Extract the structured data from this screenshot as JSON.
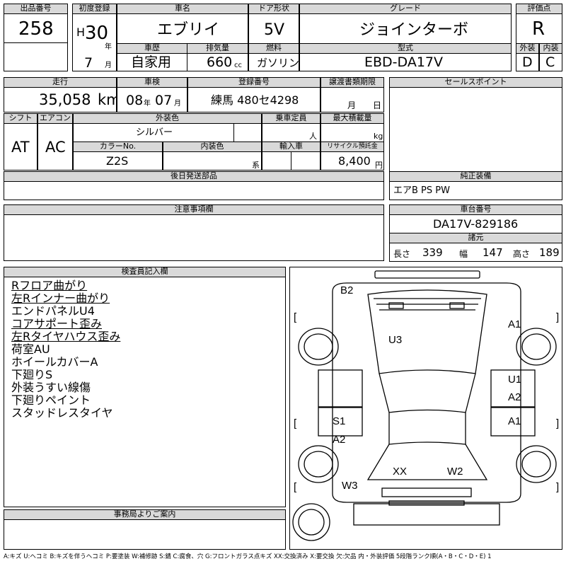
{
  "header": {
    "lot_label": "出品番号",
    "lot": "258",
    "first_reg_label": "初度登録",
    "era": "H",
    "year": "30",
    "year_unit": "年",
    "month": "7",
    "month_unit": "月",
    "car_name_label": "車名",
    "car_name": "エブリイ",
    "doors_label": "ドア形状",
    "doors": "5V",
    "grade_label": "グレード",
    "grade": "ジョインターボ",
    "score_label": "評価点",
    "score": "R",
    "history_label": "車歴",
    "history": "自家用",
    "displacement_label": "排気量",
    "displacement": "660",
    "displacement_unit": "cc",
    "fuel_label": "燃料",
    "fuel": "ガソリン",
    "model_label": "型式",
    "model": "EBD-DA17V",
    "exterior_label": "外装",
    "exterior": "D",
    "interior_label": "内装",
    "interior": "C"
  },
  "row2": {
    "mileage_label": "走行",
    "mileage": "35,058",
    "mileage_unit": "km",
    "inspection_label": "車検",
    "insp_year": "08",
    "insp_year_unit": "年",
    "insp_month": "07",
    "insp_month_unit": "月",
    "plate_label": "登録番号",
    "plate": "練馬 480セ4298",
    "transfer_label": "譲渡書類期限",
    "transfer_month": "月",
    "transfer_day": "日",
    "sales_label": "セールスポイント"
  },
  "row3": {
    "shift_label": "シフト",
    "shift": "AT",
    "ac_label": "エアコン",
    "ac": "AC",
    "color_label": "外装色",
    "color": "シルバー",
    "capacity_label": "乗車定員",
    "capacity_unit": "人",
    "load_label": "最大積載量",
    "load_unit": "kg",
    "color_no_label": "カラーNo.",
    "color_no": "Z2S",
    "interior_color_label": "内装色",
    "interior_color_unit": "系",
    "import_label": "輸入車",
    "recycle_label": "リサイクル預託金",
    "recycle": "8,400",
    "recycle_unit": "円"
  },
  "parts_label": "後日発送部品",
  "equipment_label": "純正装備",
  "equipment": "エアB PS PW",
  "caution_label": "注意事項欄",
  "chassis_label": "車台番号",
  "chassis": "DA17V-829186",
  "dims_label": "諸元",
  "dims": {
    "length_label": "長さ",
    "length": "339",
    "width_label": "幅",
    "width": "147",
    "height_label": "高さ",
    "height": "189"
  },
  "inspector_label": "検査員記入欄",
  "notes": [
    "Rフロア曲がり",
    "左Rインナー曲がり",
    "エンドパネルU4",
    "コアサポート歪み",
    "左Rタイヤハウス歪み",
    "荷室AU",
    "ホイールカバーA",
    "下廻りS",
    "外装うすい線傷",
    "下廻りペイント",
    "スタッドレスタイヤ"
  ],
  "office_label": "事務局よりご案内",
  "legend": "A:キズ U:ヘコミ B:キズを伴うヘコミ P:要塗装 W:補修跡 S:錆 C:腐食、穴 G:フロントガラス点キズ XX:交換済み X:要交換 欠:欠品 内・外装評価 5段階ランク順(A・B・C・D・E) 1",
  "diagram": {
    "marks": [
      "B2",
      "U3",
      "A1",
      "U1",
      "A2",
      "A1",
      "S1",
      "A2",
      "XX",
      "W2",
      "W3"
    ],
    "brackets": [
      "[",
      "]",
      "[",
      "]",
      "[",
      "]"
    ]
  }
}
